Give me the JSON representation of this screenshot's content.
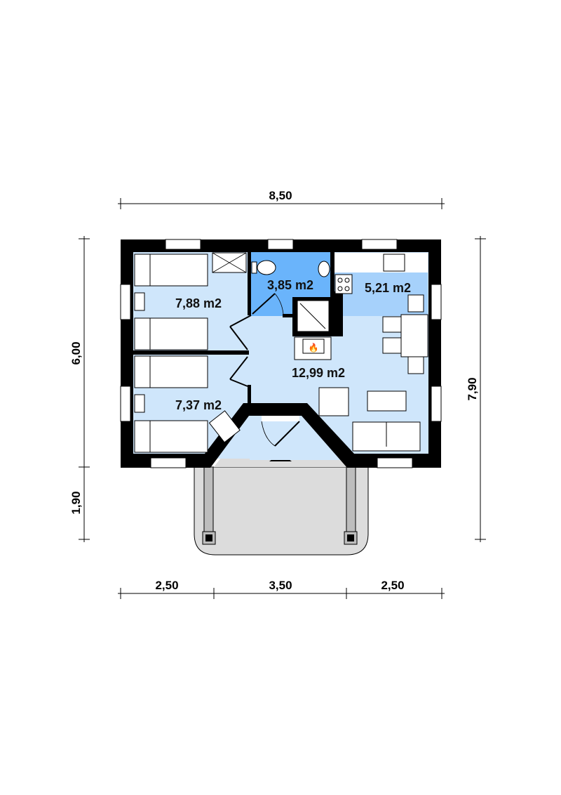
{
  "title": "Floor plan",
  "colors": {
    "room": "#cfe6fb",
    "bathroom": "#6ab4fb",
    "kitchen": "#a6d1fb",
    "porch": "#dcdcdc",
    "wall": "#000000"
  },
  "dimensions": {
    "total_width": "8,50",
    "total_depth": "7,90",
    "house_depth": "6,00",
    "porch_depth": "1,90",
    "bottom_segments": [
      "2,50",
      "3,50",
      "2,50"
    ]
  },
  "rooms": {
    "bedroom_1": "7,88 m2",
    "bedroom_2": "7,37 m2",
    "bathroom": "3,85 m2",
    "kitchen": "5,21 m2",
    "living_room": "12,99 m2"
  }
}
